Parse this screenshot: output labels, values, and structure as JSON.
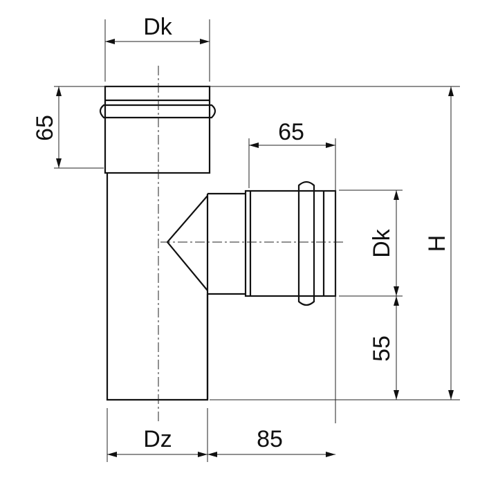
{
  "labels": {
    "top_diameter": "Dk",
    "top_socket_length": "65",
    "branch_socket_length": "65",
    "branch_diameter": "Dk",
    "total_height": "H",
    "branch_offset_bottom": "55",
    "body_diameter": "Dz",
    "branch_reach": "85"
  }
}
